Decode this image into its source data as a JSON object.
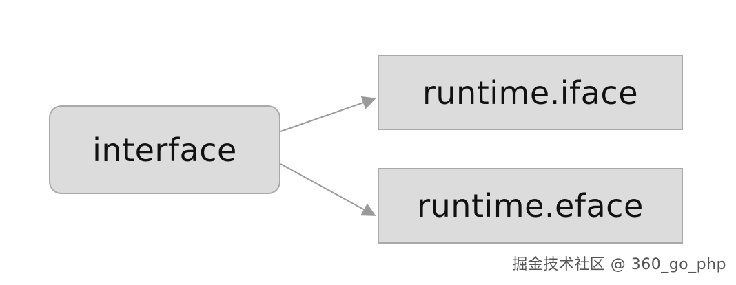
{
  "diagram": {
    "nodes": [
      {
        "id": "interface",
        "label": "interface"
      },
      {
        "id": "iface",
        "label": "runtime.iface"
      },
      {
        "id": "eface",
        "label": "runtime.eface"
      }
    ],
    "edges": [
      {
        "from": "interface",
        "to": "iface"
      },
      {
        "from": "interface",
        "to": "eface"
      }
    ]
  },
  "colors": {
    "node_fill": "#dcdcdc",
    "node_border": "#a9a9a9",
    "arrow": "#9a9a9a",
    "text": "#111111"
  },
  "watermark": "掘金技术社区 @ 360_go_php"
}
